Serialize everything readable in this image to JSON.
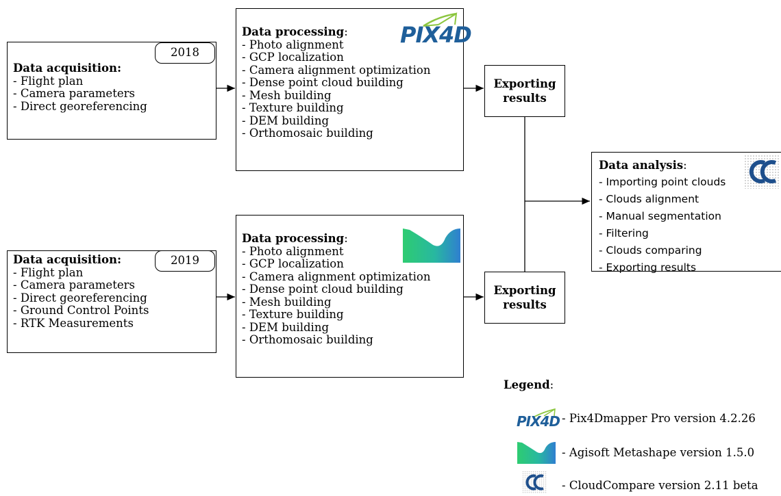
{
  "acq2018": {
    "year": "2018",
    "title": "Data acquisition:",
    "items": [
      "- Flight plan",
      "- Camera parameters",
      "- Direct georeferencing"
    ]
  },
  "acq2019": {
    "year": "2019",
    "title": "Data acquisition:",
    "items": [
      "- Flight plan",
      "- Camera parameters",
      "- Direct georeferencing",
      "- Ground Control Points",
      "- RTK Measurements"
    ]
  },
  "proc2018": {
    "title": "Data processing",
    "colon": ":",
    "logo": "PIX4D",
    "items": [
      "- Photo alignment",
      "- GCP localization",
      "- Camera alignment optimization",
      "- Dense point cloud building",
      "- Mesh building",
      "- Texture building",
      "- DEM building",
      "- Orthomosaic building"
    ]
  },
  "proc2019": {
    "title": "Data processing",
    "colon": ":",
    "items": [
      "- Photo alignment",
      "- GCP localization",
      "- Camera alignment optimization",
      "- Dense point cloud building",
      "- Mesh building",
      "- Texture building",
      "- DEM building",
      "- Orthomosaic building"
    ]
  },
  "export": {
    "line1": "Exporting",
    "line2": "results"
  },
  "analysis": {
    "title": "Data analysis",
    "colon": ":",
    "items": [
      "- Importing point clouds",
      "- Clouds alignment",
      "- Manual segmentation",
      "- Filtering",
      "- Clouds comparing",
      "- Exporting results"
    ]
  },
  "legend": {
    "title": "Legend",
    "colon": ":",
    "pix4d_logo": "PIX4D",
    "pix4d": "- Pix4Dmapper Pro version 4.2.26",
    "metashape": "- Agisoft Metashape version 1.5.0",
    "cloudcompare": "- CloudCompare version 2.11 beta"
  },
  "colors": {
    "pix4d_blue": "#1f5f9a",
    "pix4d_green": "#8cc63f",
    "metashape_green": "#2ecc71",
    "metashape_blue": "#2f7fd0",
    "cc_blue": "#1e4f8c"
  },
  "icons": [
    "pix4d-logo-icon",
    "metashape-logo-icon",
    "cloudcompare-logo-icon"
  ]
}
